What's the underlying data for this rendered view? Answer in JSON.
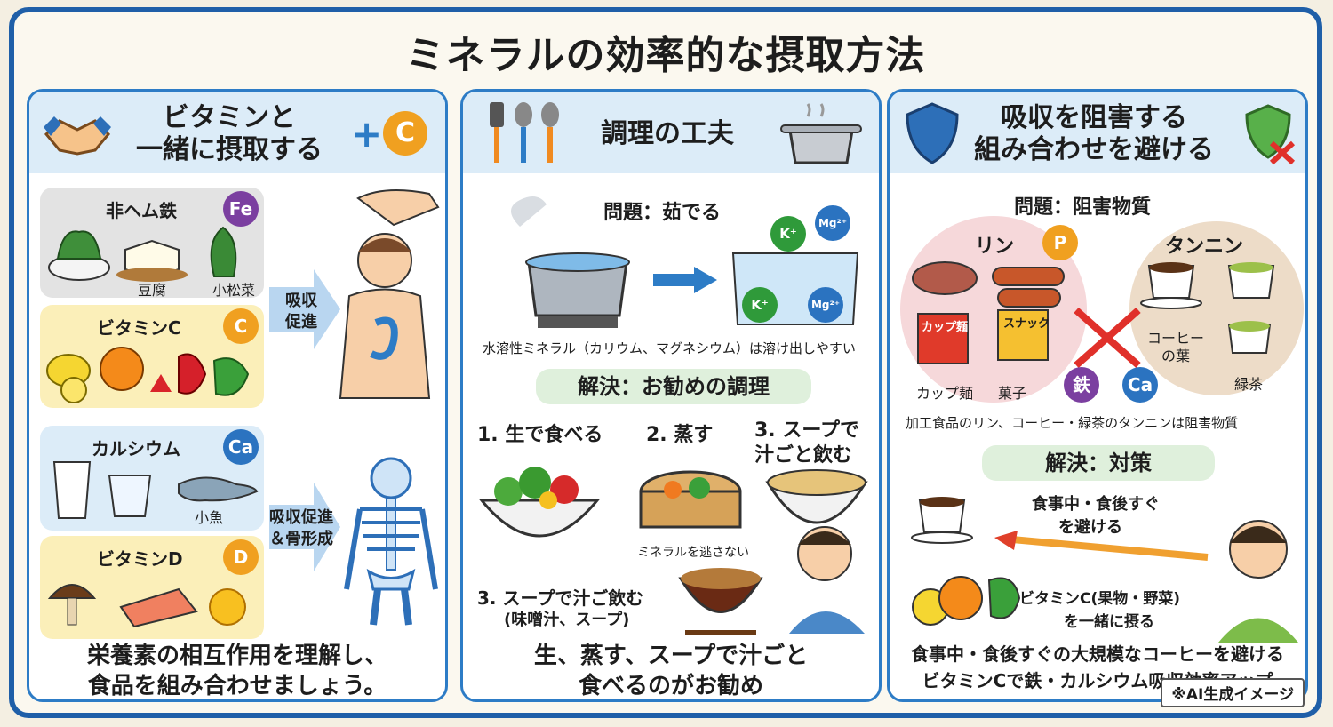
{
  "title": "ミネラルの効率的な摂取方法",
  "panel1": {
    "heading_line1": "ビタミンと",
    "heading_line2": "一緒に摂取する",
    "heading_badge": "C",
    "heme_title": "非ヘム鉄",
    "heme_badge": "Fe",
    "tofu": "豆腐",
    "komatsuna": "小松菜",
    "vitc_title": "ビタミンC",
    "vitc_badge": "C",
    "arrow1": "吸収\n促進",
    "calcium_title": "カルシウム",
    "calcium_badge": "Ca",
    "fish": "小魚",
    "vitd_title": "ビタミンD",
    "vitd_badge": "D",
    "arrow2": "吸収促進\n＆骨形成",
    "footer_line1": "栄養素の相互作用を理解し、",
    "footer_line2": "食品を組み合わせましょう。"
  },
  "panel2": {
    "heading": "調理の工夫",
    "problem": "問題：茹でる",
    "ion_k": "K⁺",
    "ion_mg": "Mg²⁺",
    "problem_note": "水溶性ミネラル（カリウム、マグネシウム）は溶け出しやすい",
    "solution": "解決：お勧めの調理",
    "method1": "1. 生で食べる",
    "method2": "2. 蒸す",
    "method3": "3. スープで\n汁ごと飲む",
    "steam_note": "ミネラルを逃さない",
    "method3b_line1": "3. スープで汁ご飲む",
    "method3b_line2": "(味噌汁、スープ)",
    "footer_line1": "生、蒸す、スープで汁ごと",
    "footer_line2": "食べるのがお勧め"
  },
  "panel3": {
    "heading_line1": "吸収を阻害する",
    "heading_line2": "組み合わせを避ける",
    "problem": "問題：阻害物質",
    "phos": "リン",
    "phos_badge": "P",
    "tannin": "タンニン",
    "cup_noodle_pack": "カップ麺",
    "snack_pack": "スナック",
    "cup_noodle": "カップ麺",
    "snack": "菓子",
    "iron_badge": "鉄",
    "ca_badge": "Ca",
    "coffee_beans": "コーヒー\nの葉",
    "green_tea": "緑茶",
    "problem_note": "加工食品のリン、コーヒー・緑茶のタンニンは阻害物質",
    "solution": "解決：対策",
    "avoid_line1": "食事中・食後すぐ",
    "avoid_line2": "を避ける",
    "with_line1": "ビタミンC(果物・野菜)",
    "with_line2": "を一緒に摂る",
    "footer_line1": "食事中・食後すぐの大規模なコーヒーを避ける",
    "footer_line2": "ビタミンCで鉄・カルシウム吸収効率アップ"
  },
  "ai_note": "※AI生成イメージ",
  "colors": {
    "frame": "#1f5fa8",
    "panel_border": "#2d7cc6",
    "header_bg": "#dcecf8",
    "iron_purple": "#7b3fa0",
    "vitc_orange": "#f0a020",
    "calcium_blue": "#2b73c0",
    "green_pill": "#dff0dc",
    "red_x": "#e0302a"
  }
}
